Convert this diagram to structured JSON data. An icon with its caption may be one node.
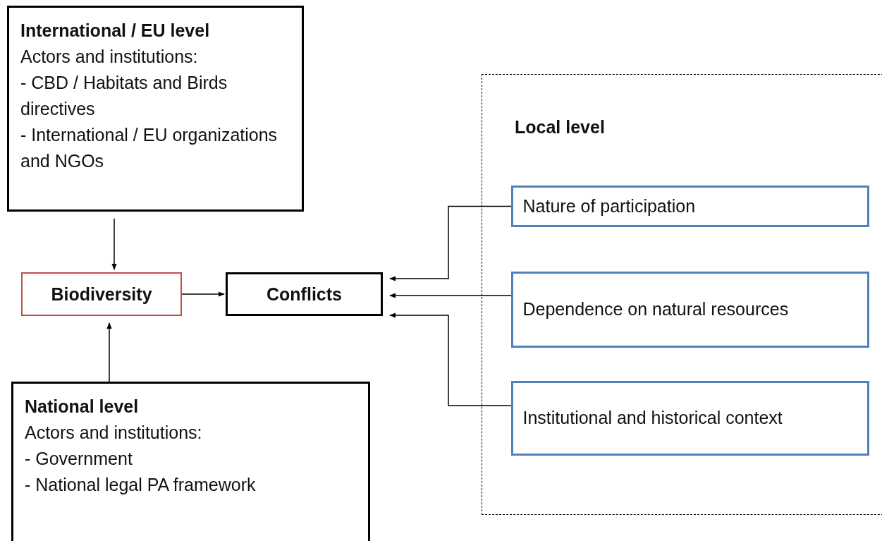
{
  "diagram": {
    "nodes": [
      {
        "text": [
          "International / EU level",
          "Actors and institutions:",
          "- CBD / Habitats and Birds directives",
          "- International / EU organizations and NGOs"
        ]
      },
      {
        "text": [
          "Biodiversity"
        ]
      },
      {
        "text": [
          "Conflicts"
        ]
      },
      {
        "text": [
          "National level",
          "Actors and institutions:",
          "- Government",
          "- National legal PA framework"
        ]
      },
      {
        "text": [
          "Local level"
        ]
      },
      {
        "text": [
          "Nature of participation"
        ],
        "in": 4
      },
      {
        "text": [
          "Dependence on natural resources"
        ],
        "in": 4
      },
      {
        "text": [
          "Institutional and historical context"
        ],
        "in": 4
      }
    ],
    "edges": [
      {
        "from": 0,
        "to": 1,
        "arrow": "to"
      },
      {
        "from": 3,
        "to": 1,
        "arrow": "to"
      },
      {
        "from": 1,
        "to": 2,
        "arrow": "to"
      },
      {
        "from": 5,
        "to": 2,
        "arrow": "to"
      },
      {
        "from": 6,
        "to": 2,
        "arrow": "to"
      },
      {
        "from": 7,
        "to": 2,
        "arrow": "to"
      }
    ]
  }
}
